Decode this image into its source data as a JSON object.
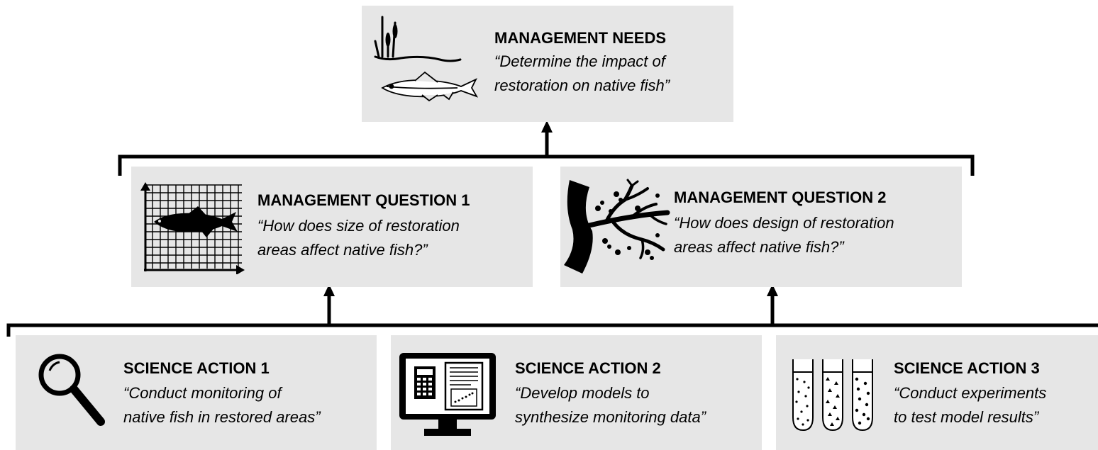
{
  "management_needs": {
    "title": "MANAGEMENT NEEDS",
    "quote_line1": "“Determine the impact of",
    "quote_line2": "restoration on native fish”",
    "icon": "cattail-and-fish-icon"
  },
  "questions": [
    {
      "title": "MANAGEMENT QUESTION 1",
      "quote_line1": "“How does size of restoration",
      "quote_line2": "areas affect native fish?”",
      "icon": "fish-on-grid-icon"
    },
    {
      "title": "MANAGEMENT QUESTION 2",
      "quote_line1": "“How does design of restoration",
      "quote_line2": "areas affect native fish?”",
      "icon": "branching-channel-icon"
    }
  ],
  "actions": [
    {
      "title": "SCIENCE ACTION 1",
      "quote_line1": "“Conduct monitoring of",
      "quote_line2": "native fish in restored areas”",
      "icon": "magnifying-glass-icon"
    },
    {
      "title": "SCIENCE  ACTION 2",
      "quote_line1": "“Develop models to",
      "quote_line2": "synthesize monitoring data”",
      "icon": "computer-monitor-icon"
    },
    {
      "title": "SCIENCE  ACTION 3",
      "quote_line1": "“Conduct experiments",
      "quote_line2": "to test model results”",
      "icon": "test-tubes-icon"
    }
  ],
  "colors": {
    "box_fill": "#e6e6e6",
    "line": "#000000"
  }
}
